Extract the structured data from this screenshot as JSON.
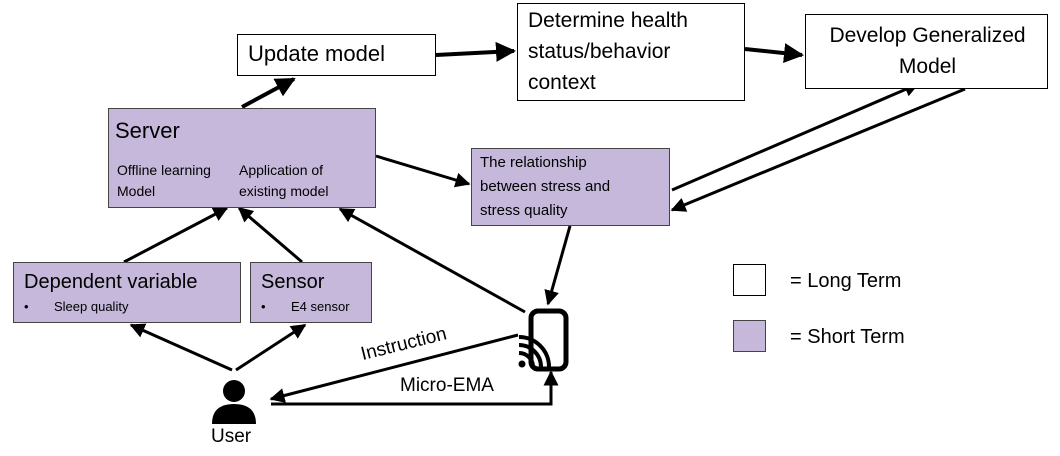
{
  "nodes": {
    "update_model": "Update model",
    "determine_health_1": "Determine health",
    "determine_health_2": "status/behavior",
    "determine_health_3": "context",
    "develop_model_1": "Develop Generalized",
    "develop_model_2": "Model",
    "server_title": "Server",
    "server_offline_1": "Offline learning",
    "server_offline_2": "Model",
    "server_application_1": "Application of",
    "server_application_2": "existing model",
    "relationship_1": "The relationship",
    "relationship_2": "between stress and",
    "relationship_3": "stress quality",
    "dependent_title": "Dependent variable",
    "dependent_item": "Sleep quality",
    "sensor_title": "Sensor",
    "sensor_item": "E4 sensor",
    "user_label": "User"
  },
  "edges": {
    "instruction_label": "Instruction",
    "micro_ema_label": "Micro-EMA"
  },
  "legend": {
    "long_term": "= Long Term",
    "short_term": "= Short Term"
  },
  "colors": {
    "short_term_fill": "#c6b8db",
    "long_term_fill": "#ffffff",
    "stroke": "#000000"
  },
  "icons": {
    "user": "person-icon",
    "phone": "smartphone-wireless-icon"
  }
}
